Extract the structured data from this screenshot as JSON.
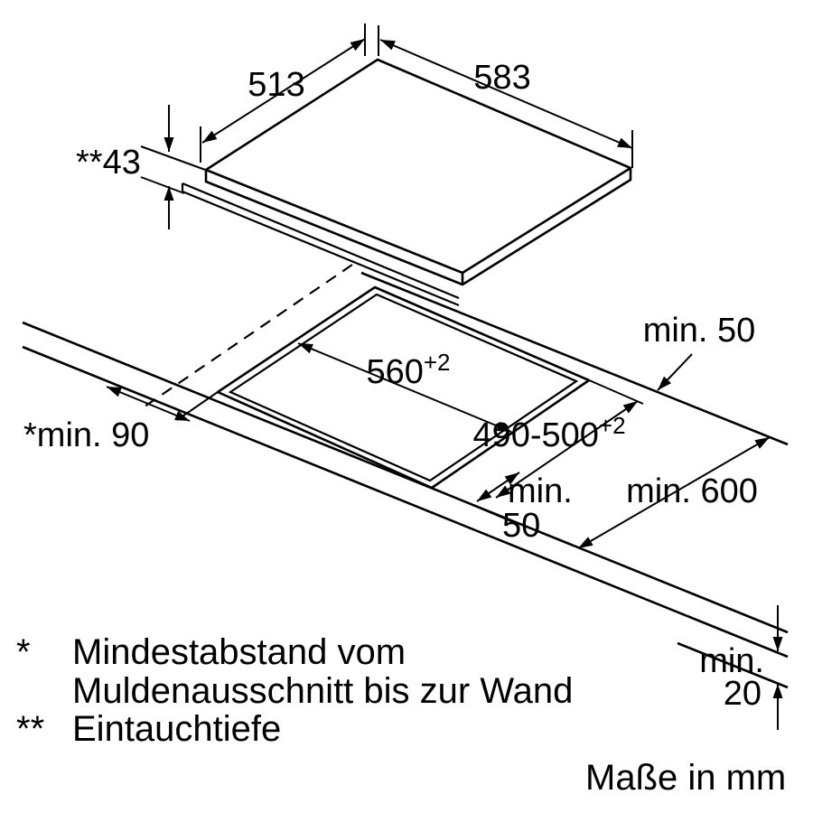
{
  "dims": {
    "top_width": "583",
    "top_depth": "513",
    "build_in_depth": "**43",
    "cutout_width_main": "560",
    "cutout_width_sup": "+2",
    "cutout_depth_main": "490-500",
    "cutout_depth_sup": "+2",
    "min_back": "min. 50",
    "min_front_l1": "min.",
    "min_front_l2": "50",
    "min_worktop_depth": "min. 600",
    "min_side": "*min. 90",
    "min_below_l1": "min.",
    "min_below_l2": "20"
  },
  "legend": {
    "star": "*",
    "star_line1": "Mindestabstand vom",
    "star_line2": "Muldenausschnitt bis zur Wand",
    "double_star": "**",
    "double_star_text": "Eintauchtiefe",
    "units": "Maße in mm"
  },
  "colors": {
    "line": "#000000",
    "background": "#ffffff"
  }
}
